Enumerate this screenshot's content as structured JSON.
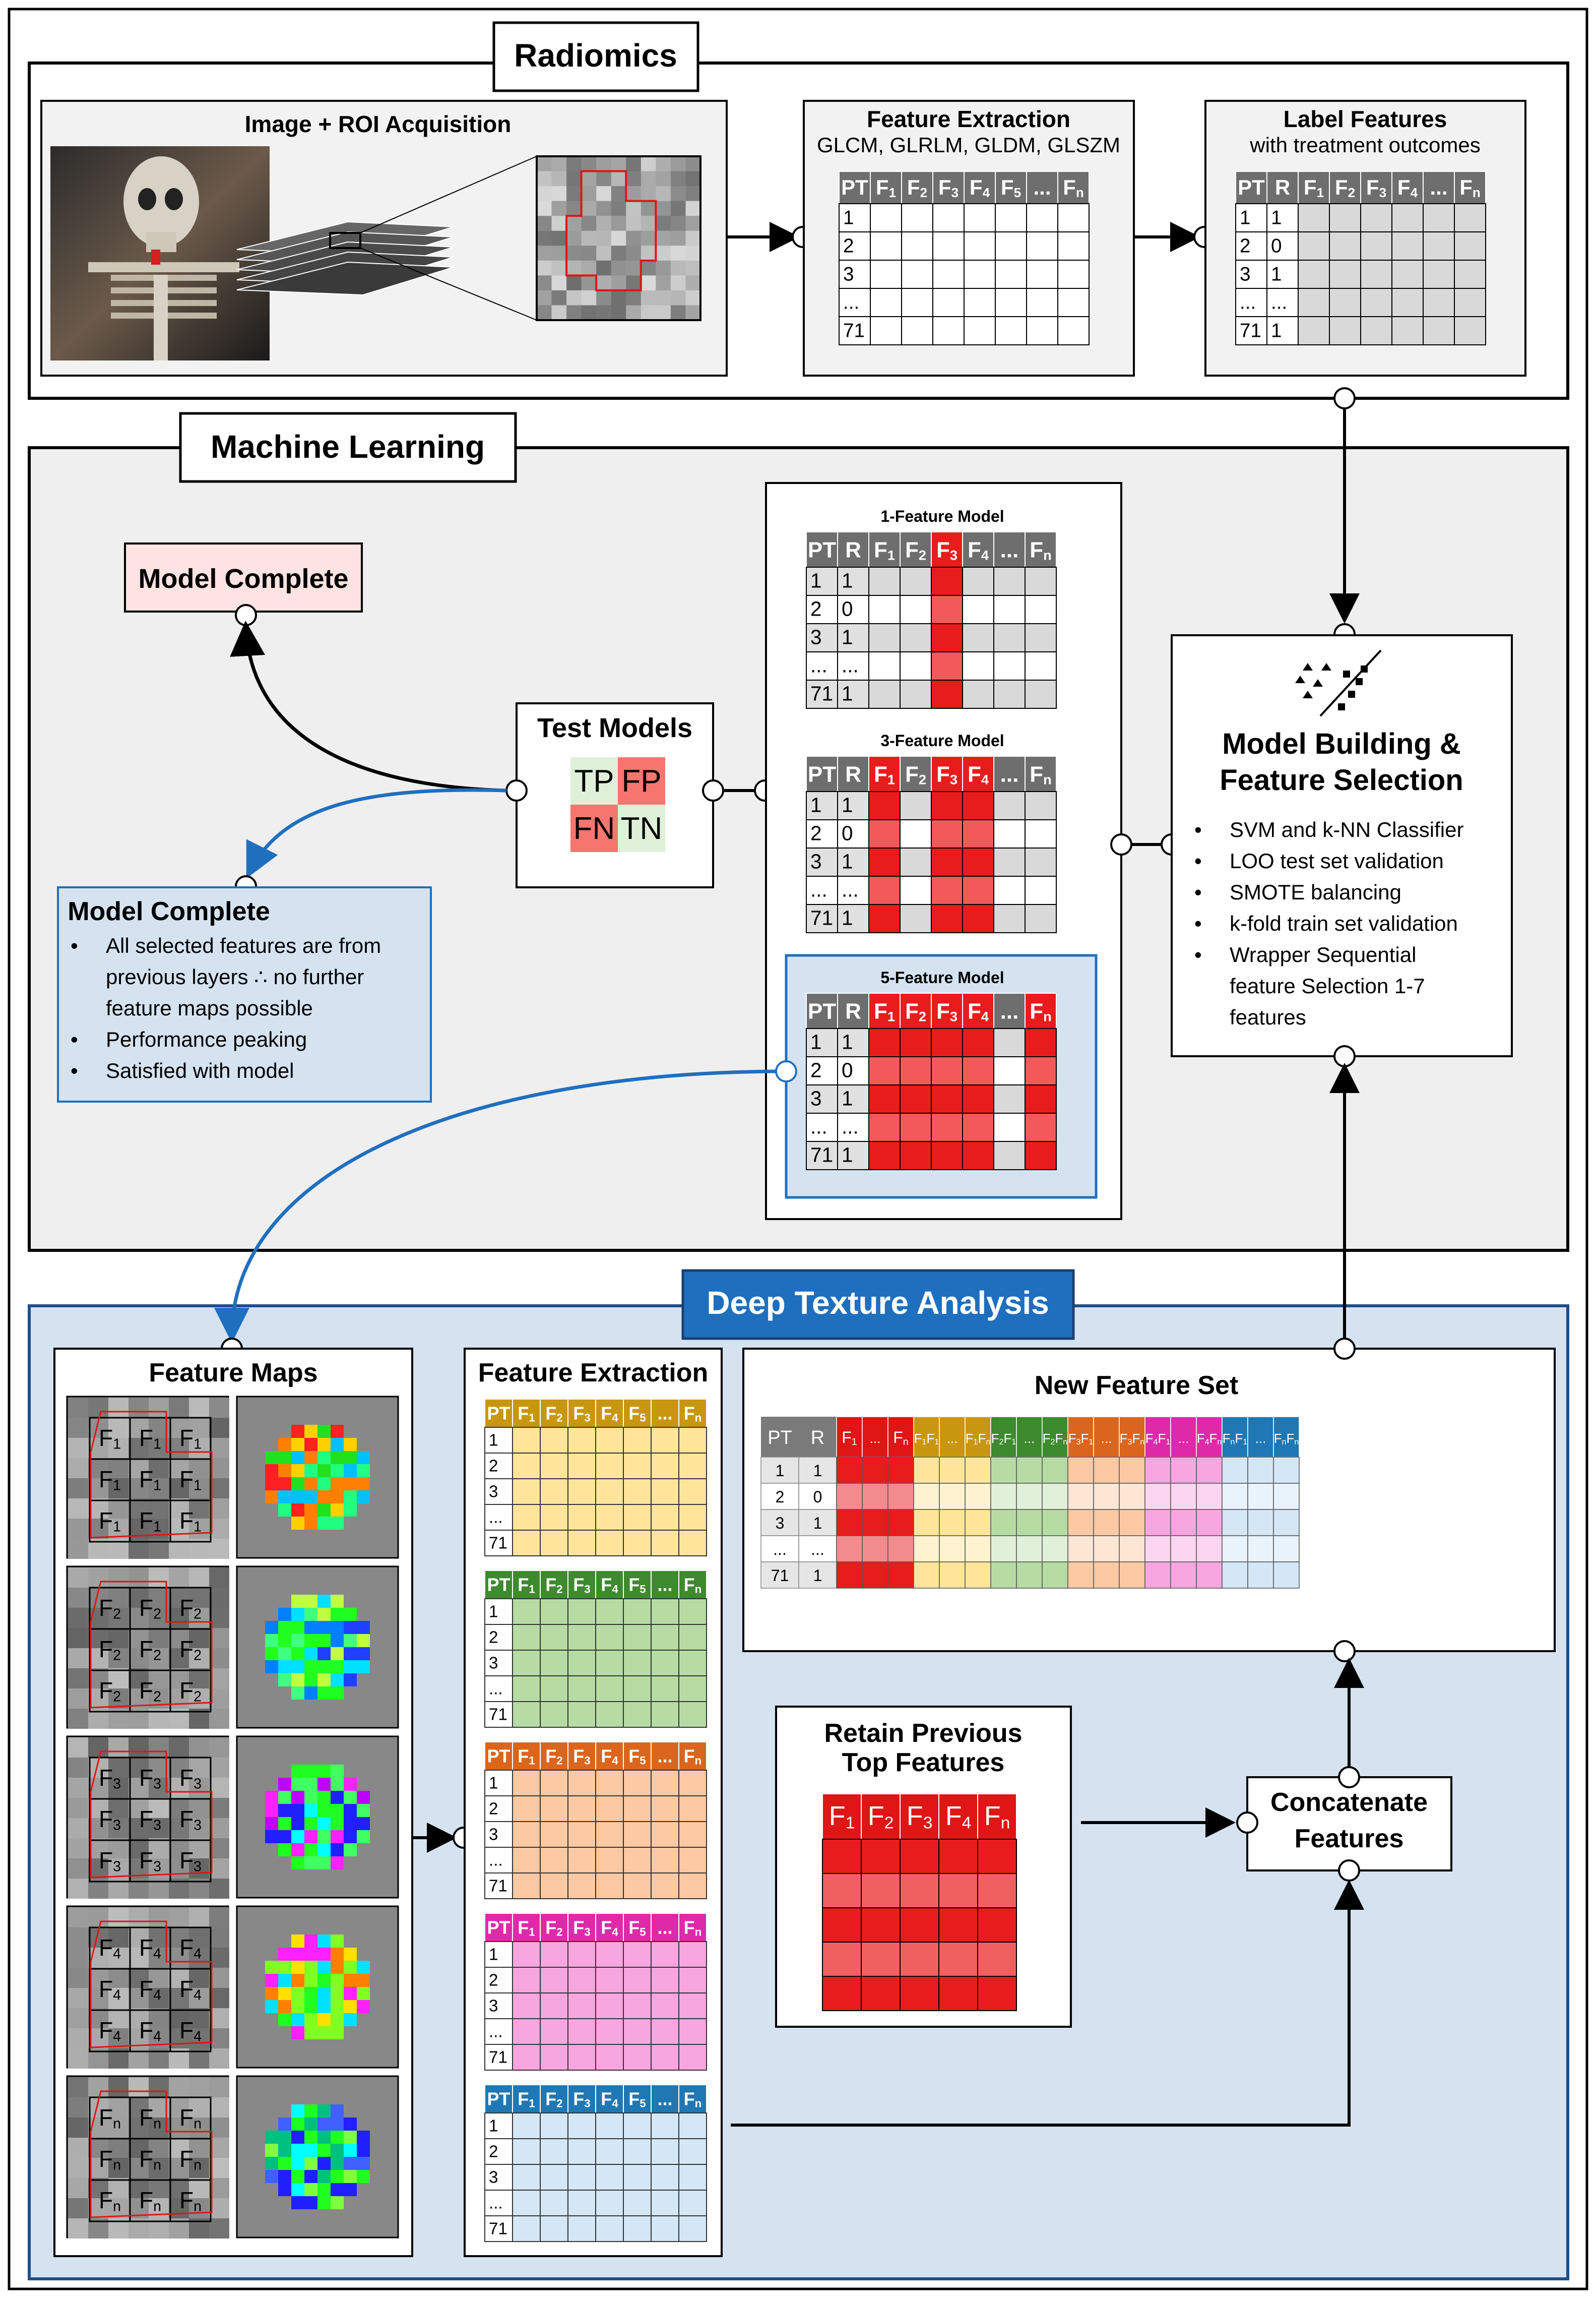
{
  "radiomics": {
    "title": "Radiomics",
    "acquisition": {
      "title": "Image + ROI Acquisition"
    },
    "extraction": {
      "title": "Feature Extraction",
      "subtitle": "GLCM, GLRLM, GLDM, GLSZM",
      "columns": [
        "PT",
        "F1",
        "F2",
        "F3",
        "F4",
        "F5",
        "...",
        "Fn"
      ],
      "rows": [
        "1",
        "2",
        "3",
        "...",
        "71"
      ]
    },
    "label": {
      "title": "Label Features",
      "subtitle": "with treatment outcomes",
      "columns": [
        "PT",
        "R",
        "F1",
        "F2",
        "F3",
        "F4",
        "...",
        "Fn"
      ],
      "rows": [
        [
          "1",
          "1"
        ],
        [
          "2",
          "0"
        ],
        [
          "3",
          "1"
        ],
        [
          "...",
          "..."
        ],
        [
          "71",
          "1"
        ]
      ]
    }
  },
  "ml": {
    "title": "Machine Learning",
    "model_complete_top": "Model Complete",
    "test_models": {
      "title": "Test Models",
      "tp": "TP",
      "fp": "FP",
      "fn": "FN",
      "tn": "TN"
    },
    "model_complete_box": {
      "title": "Model Complete",
      "bullets": [
        "All selected features are from previous layers ∴ no further feature maps possible",
        "Performance peaking",
        "Satisfied with model"
      ]
    },
    "models": [
      {
        "title": "1-Feature Model",
        "columns": [
          "PT",
          "R",
          "F1",
          "F2",
          "F3",
          "F4",
          "...",
          "Fn"
        ],
        "rows": [
          [
            "1",
            "1"
          ],
          [
            "2",
            "0"
          ],
          [
            "3",
            "1"
          ],
          [
            "...",
            "..."
          ],
          [
            "71",
            "1"
          ]
        ],
        "selected": [
          4
        ]
      },
      {
        "title": "3-Feature Model",
        "columns": [
          "PT",
          "R",
          "F1",
          "F2",
          "F3",
          "F4",
          "...",
          "Fn"
        ],
        "rows": [
          [
            "1",
            "1"
          ],
          [
            "2",
            "0"
          ],
          [
            "3",
            "1"
          ],
          [
            "...",
            "..."
          ],
          [
            "71",
            "1"
          ]
        ],
        "selected": [
          2,
          4,
          5
        ]
      },
      {
        "title": "5-Feature Model",
        "columns": [
          "PT",
          "R",
          "F1",
          "F2",
          "F3",
          "F4",
          "...",
          "Fn"
        ],
        "rows": [
          [
            "1",
            "1"
          ],
          [
            "2",
            "0"
          ],
          [
            "3",
            "1"
          ],
          [
            "...",
            "..."
          ],
          [
            "71",
            "1"
          ]
        ],
        "selected": [
          2,
          3,
          4,
          5,
          7
        ]
      }
    ],
    "building": {
      "title": "Model Building & Feature Selection",
      "bullets": [
        "SVM and k-NN Classifier",
        "LOO test set validation",
        "SMOTE balancing",
        "k-fold train set validation",
        "Wrapper Sequential feature Selection 1-7 features"
      ]
    }
  },
  "dta": {
    "title": "Deep Texture Analysis",
    "feature_maps": {
      "title": "Feature Maps",
      "labels": [
        "F1",
        "F2",
        "F3",
        "F4",
        "Fn"
      ]
    },
    "extraction": {
      "title": "Feature Extraction",
      "columns": [
        "PT",
        "F1",
        "F2",
        "F3",
        "F4",
        "F5",
        "...",
        "Fn"
      ],
      "rows": [
        "1",
        "2",
        "3",
        "...",
        "71"
      ],
      "colors": [
        {
          "head": "#c9960f",
          "cell": "#ffe59a"
        },
        {
          "head": "#3e8a2e",
          "cell": "#b6dca4"
        },
        {
          "head": "#d9661c",
          "cell": "#fbc9a3"
        },
        {
          "head": "#de2aa9",
          "cell": "#f8a6e0"
        },
        {
          "head": "#1f78b4",
          "cell": "#d4e7f6"
        }
      ]
    },
    "new_feature_set": {
      "title": "New Feature Set",
      "rows": [
        [
          "1",
          "1"
        ],
        [
          "2",
          "0"
        ],
        [
          "3",
          "1"
        ],
        [
          "...",
          "..."
        ],
        [
          "71",
          "1"
        ]
      ],
      "groups": [
        {
          "labels": [
            "F1",
            "...",
            "Fn"
          ],
          "head": "#e01515",
          "cell": [
            "#e81c1c",
            "#f28c8c"
          ]
        },
        {
          "labels": [
            "F1F1",
            "...",
            "F1Fn"
          ],
          "head": "#c9960f",
          "cell": [
            "#ffe59a",
            "#fff3cf"
          ]
        },
        {
          "labels": [
            "F2F1",
            "...",
            "F2Fn"
          ],
          "head": "#3e8a2e",
          "cell": [
            "#b6dca4",
            "#e1f0d8"
          ]
        },
        {
          "labels": [
            "F3F1",
            "...",
            "F3Fn"
          ],
          "head": "#d9661c",
          "cell": [
            "#fbc9a3",
            "#fde6d4"
          ]
        },
        {
          "labels": [
            "F4F1",
            "...",
            "F4Fn"
          ],
          "head": "#de2aa9",
          "cell": [
            "#f8a6e0",
            "#fcd6f1"
          ]
        },
        {
          "labels": [
            "FnF1",
            "...",
            "FnFn"
          ],
          "head": "#1f78b4",
          "cell": [
            "#d4e7f6",
            "#e9f3fb"
          ]
        }
      ]
    },
    "retain": {
      "title_line1": "Retain Previous",
      "title_line2": "Top Features",
      "columns": [
        "F1",
        "F2",
        "F3",
        "F4",
        "Fn"
      ]
    },
    "concat": {
      "line1": "Concatenate",
      "line2": "Features"
    }
  },
  "colors": {
    "accent_blue": "#1f6fbf",
    "selected_red": "#e81c1c",
    "panel_gray": "#efefef",
    "panel_blue": "#d5e3f1"
  }
}
